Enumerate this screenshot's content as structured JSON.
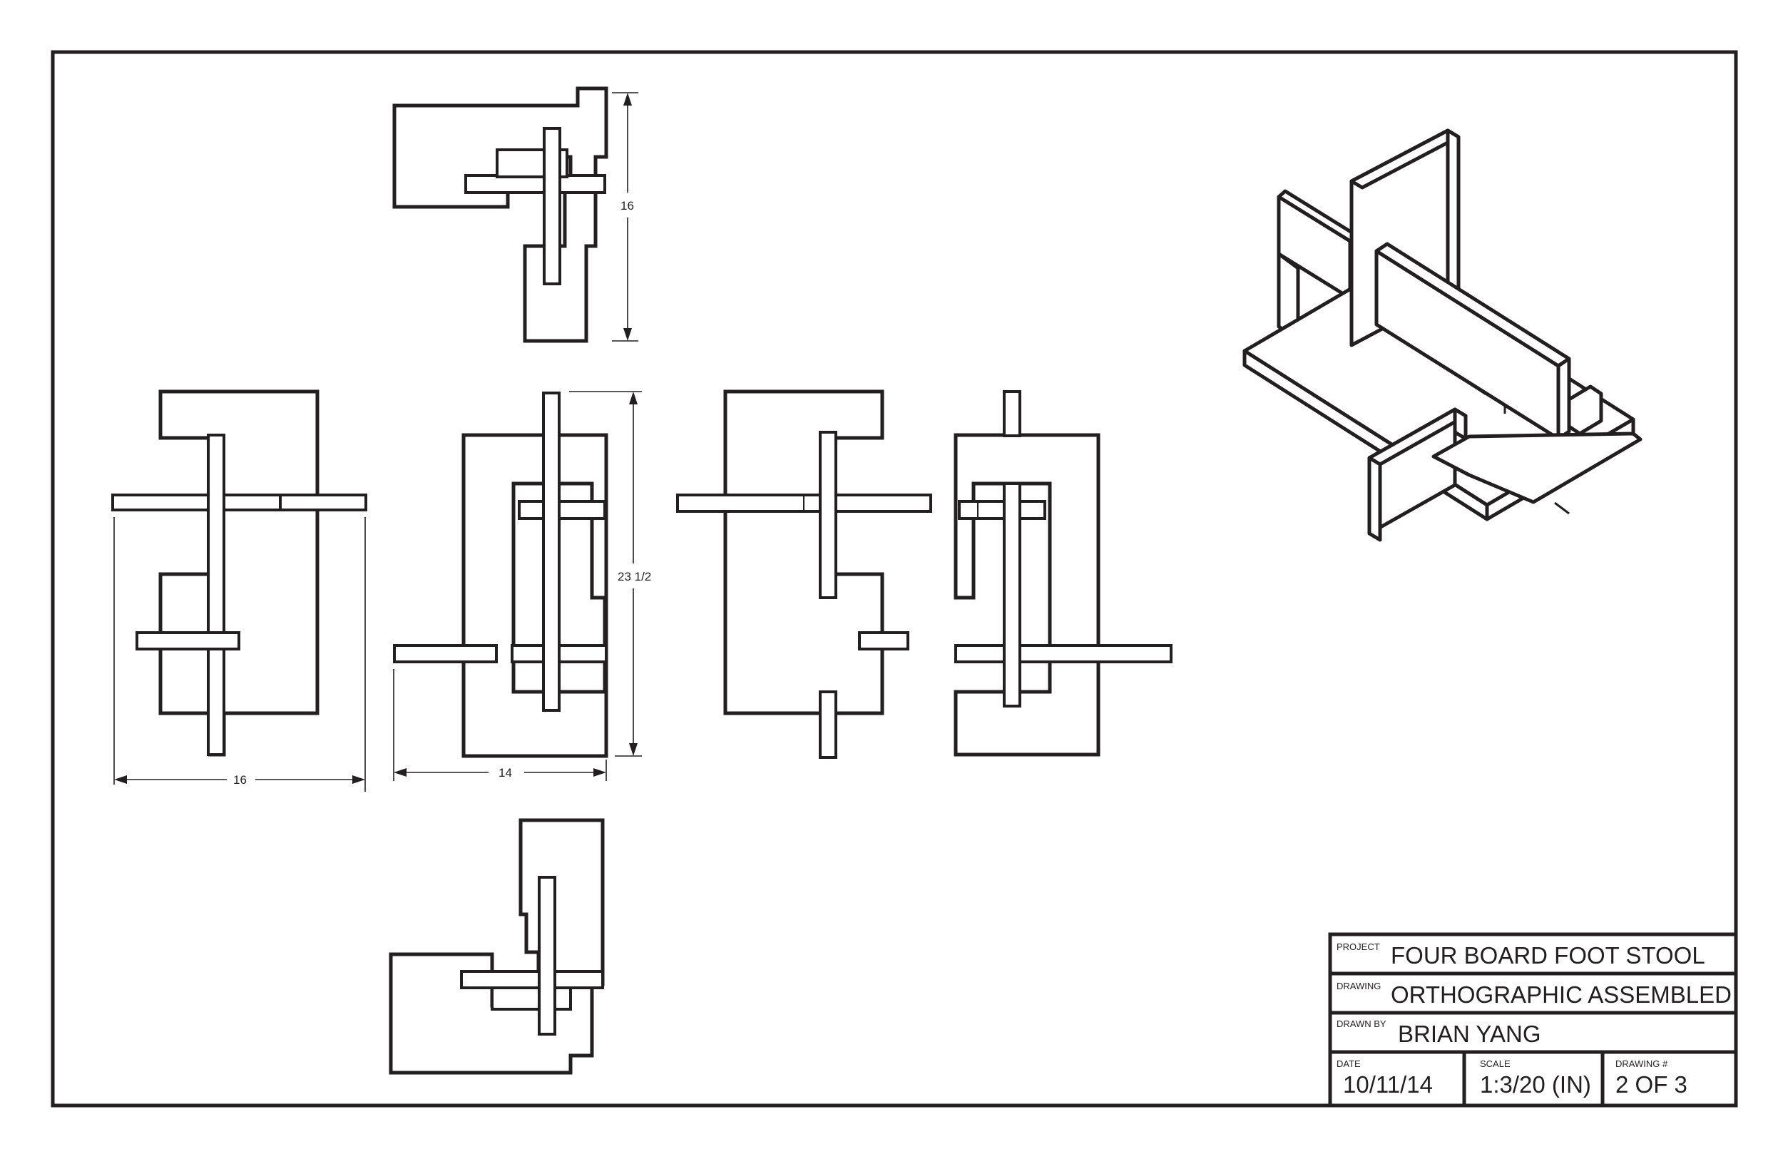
{
  "dimensions": {
    "top_view_height": "16",
    "front_view_height": "23 1/2",
    "left_view_width": "16",
    "front_view_width": "14"
  },
  "title_block": {
    "project_label": "PROJECT",
    "project_value": "FOUR BOARD FOOT STOOL",
    "drawing_label": "DRAWING",
    "drawing_value": "ORTHOGRAPHIC ASSEMBLED",
    "drawn_by_label": "DRAWN BY",
    "drawn_by_value": "BRIAN YANG",
    "date_label": "DATE",
    "date_value": "10/11/14",
    "scale_label": "SCALE",
    "scale_value": "1:3/20 (IN)",
    "drawing_no_label": "DRAWING #",
    "drawing_no_value": "2 OF 3"
  },
  "colors": {
    "ink": "#231f20",
    "paper": "#ffffff"
  }
}
